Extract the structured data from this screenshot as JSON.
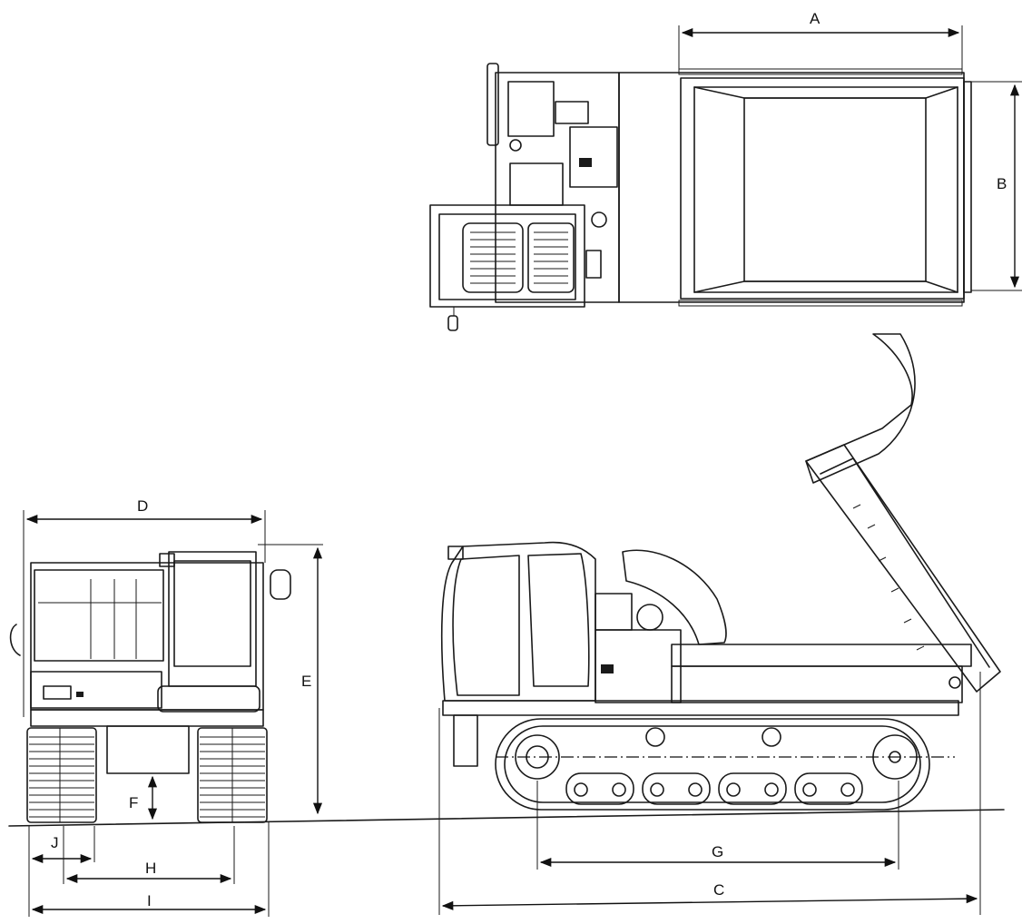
{
  "dimensions": {
    "A": "A",
    "B": "B",
    "C": "C",
    "D": "D",
    "E": "E",
    "F": "F",
    "G": "G",
    "H": "H",
    "I": "I",
    "J": "J"
  },
  "icons": {
    "arrow_marker": "arrowhead",
    "track_pad": "track-pad-icon"
  },
  "colors": {
    "line": "#1a1a1a",
    "background": "#ffffff"
  }
}
